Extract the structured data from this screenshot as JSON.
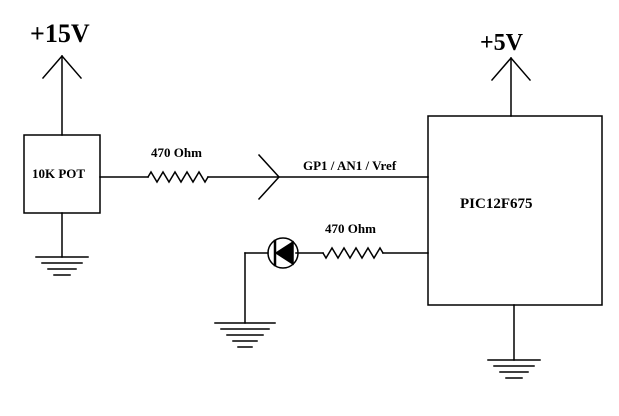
{
  "supply_left": "+15V",
  "supply_right": "+5V",
  "pot_label": "10K POT",
  "resistor_top_label": "470 Ohm",
  "resistor_bottom_label": "470 Ohm",
  "signal_label": "GP1 / AN1 / Vref",
  "ic_label": "PIC12F675"
}
